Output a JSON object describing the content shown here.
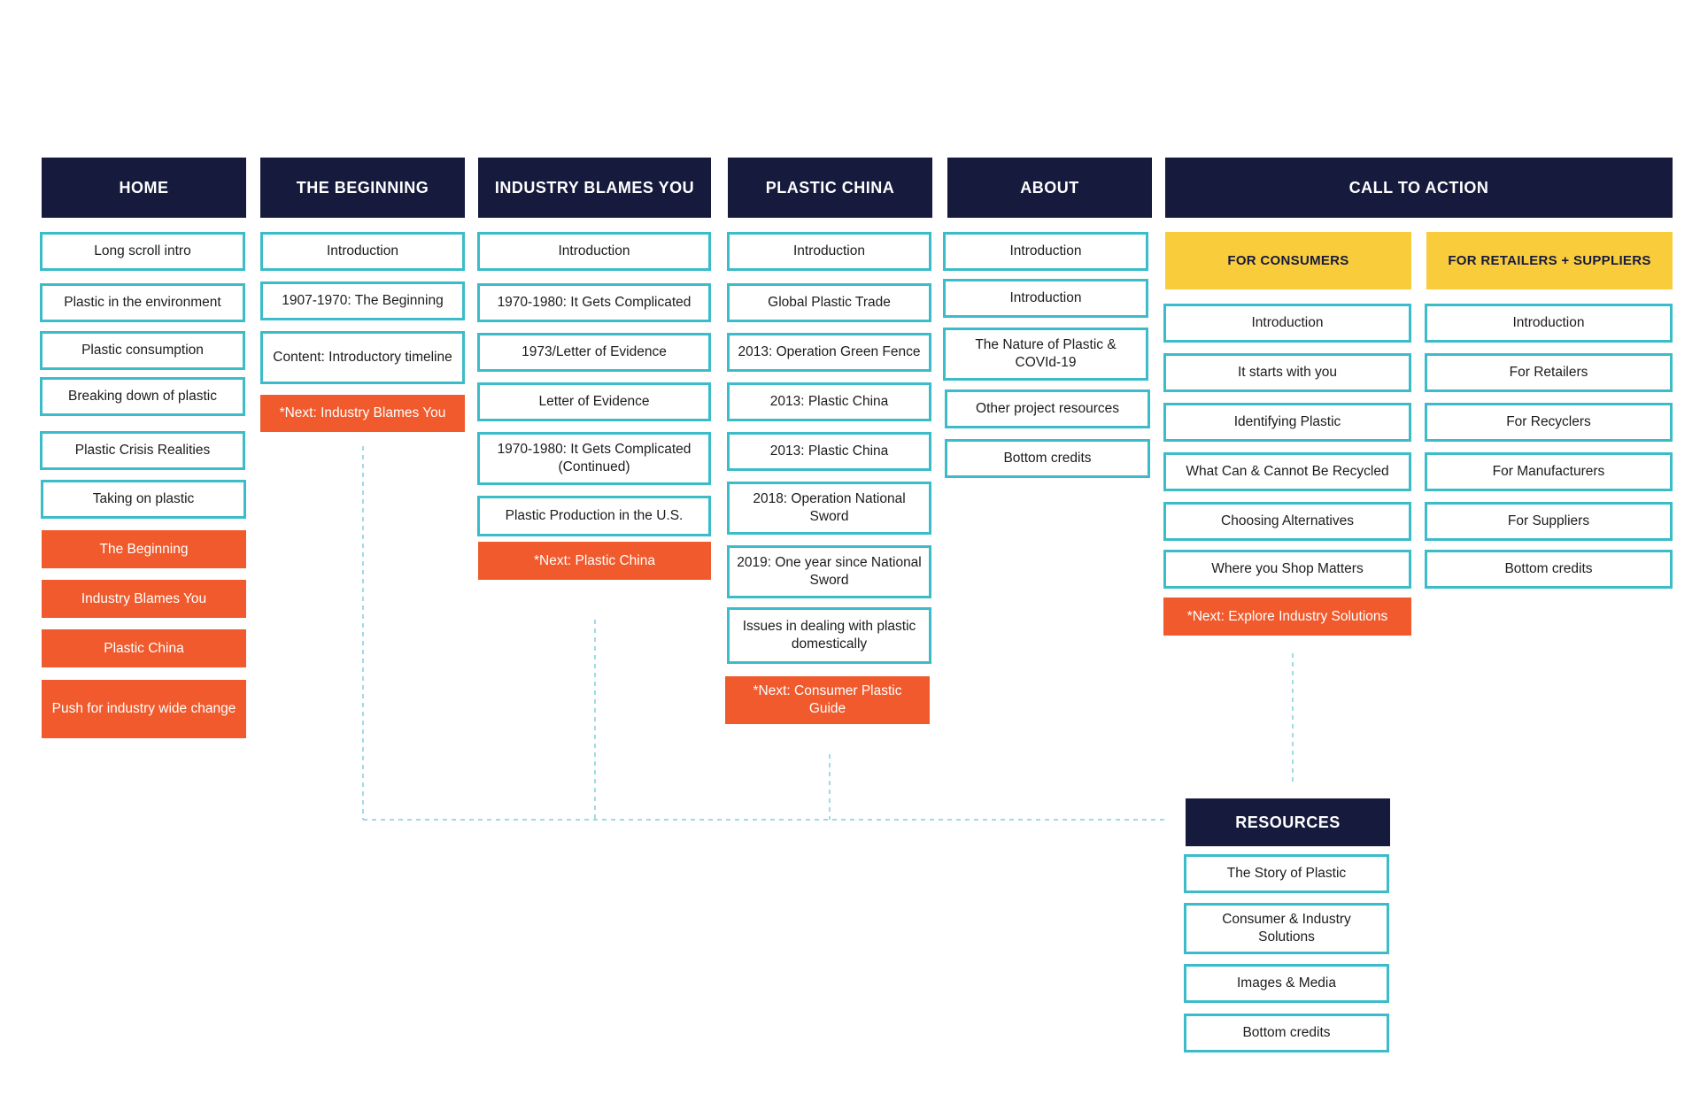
{
  "colors": {
    "header_bg": "#161a3d",
    "item_border": "#3bbcc8",
    "next_bg": "#f05a2c",
    "subheader_bg": "#f9cc3c",
    "connector": "#9fdbe3"
  },
  "home": {
    "header": "HOME",
    "items": [
      "Long scroll intro",
      "Plastic in the environment",
      "Plastic consumption",
      "Breaking down of plastic",
      "Plastic Crisis Realities",
      "Taking on plastic"
    ],
    "links": [
      "The Beginning",
      "Industry Blames You",
      "Plastic China",
      "Push for industry wide change"
    ]
  },
  "beginning": {
    "header": "THE BEGINNING",
    "items": [
      "Introduction",
      "1907-1970: The Beginning",
      "Content: Introductory timeline"
    ],
    "next": "*Next: Industry Blames You"
  },
  "industry": {
    "header": "INDUSTRY BLAMES YOU",
    "items": [
      "Introduction",
      "1970-1980: It Gets Complicated",
      "1973/Letter of Evidence",
      "Letter of Evidence",
      "1970-1980: It Gets Complicated (Continued)",
      "Plastic Production in the U.S."
    ],
    "next": "*Next: Plastic China"
  },
  "china": {
    "header": "PLASTIC CHINA",
    "items": [
      "Introduction",
      "Global Plastic Trade",
      "2013: Operation Green Fence",
      "2013: Plastic China",
      "2013: Plastic China",
      "2018: Operation National Sword",
      "2019: One year since National Sword",
      "Issues in dealing with plastic domestically"
    ],
    "next": "*Next: Consumer Plastic Guide"
  },
  "about": {
    "header": "ABOUT",
    "items": [
      "Introduction",
      "Introduction",
      "The Nature of Plastic & COVId-19",
      "Other project resources",
      "Bottom credits"
    ]
  },
  "cta": {
    "header": "CALL TO ACTION",
    "consumers": {
      "header": "FOR CONSUMERS",
      "items": [
        "Introduction",
        "It starts with you",
        "Identifying Plastic",
        "What Can & Cannot Be Recycled",
        "Choosing Alternatives",
        "Where you Shop Matters"
      ],
      "next": "*Next: Explore Industry Solutions"
    },
    "retailers": {
      "header": "FOR RETAILERS + SUPPLIERS",
      "items": [
        "Introduction",
        "For Retailers",
        "For Recyclers",
        "For Manufacturers",
        "For Suppliers",
        "Bottom credits"
      ]
    }
  },
  "resources": {
    "header": "RESOURCES",
    "items": [
      "The Story of Plastic",
      "Consumer & Industry Solutions",
      "Images & Media",
      "Bottom credits"
    ]
  }
}
